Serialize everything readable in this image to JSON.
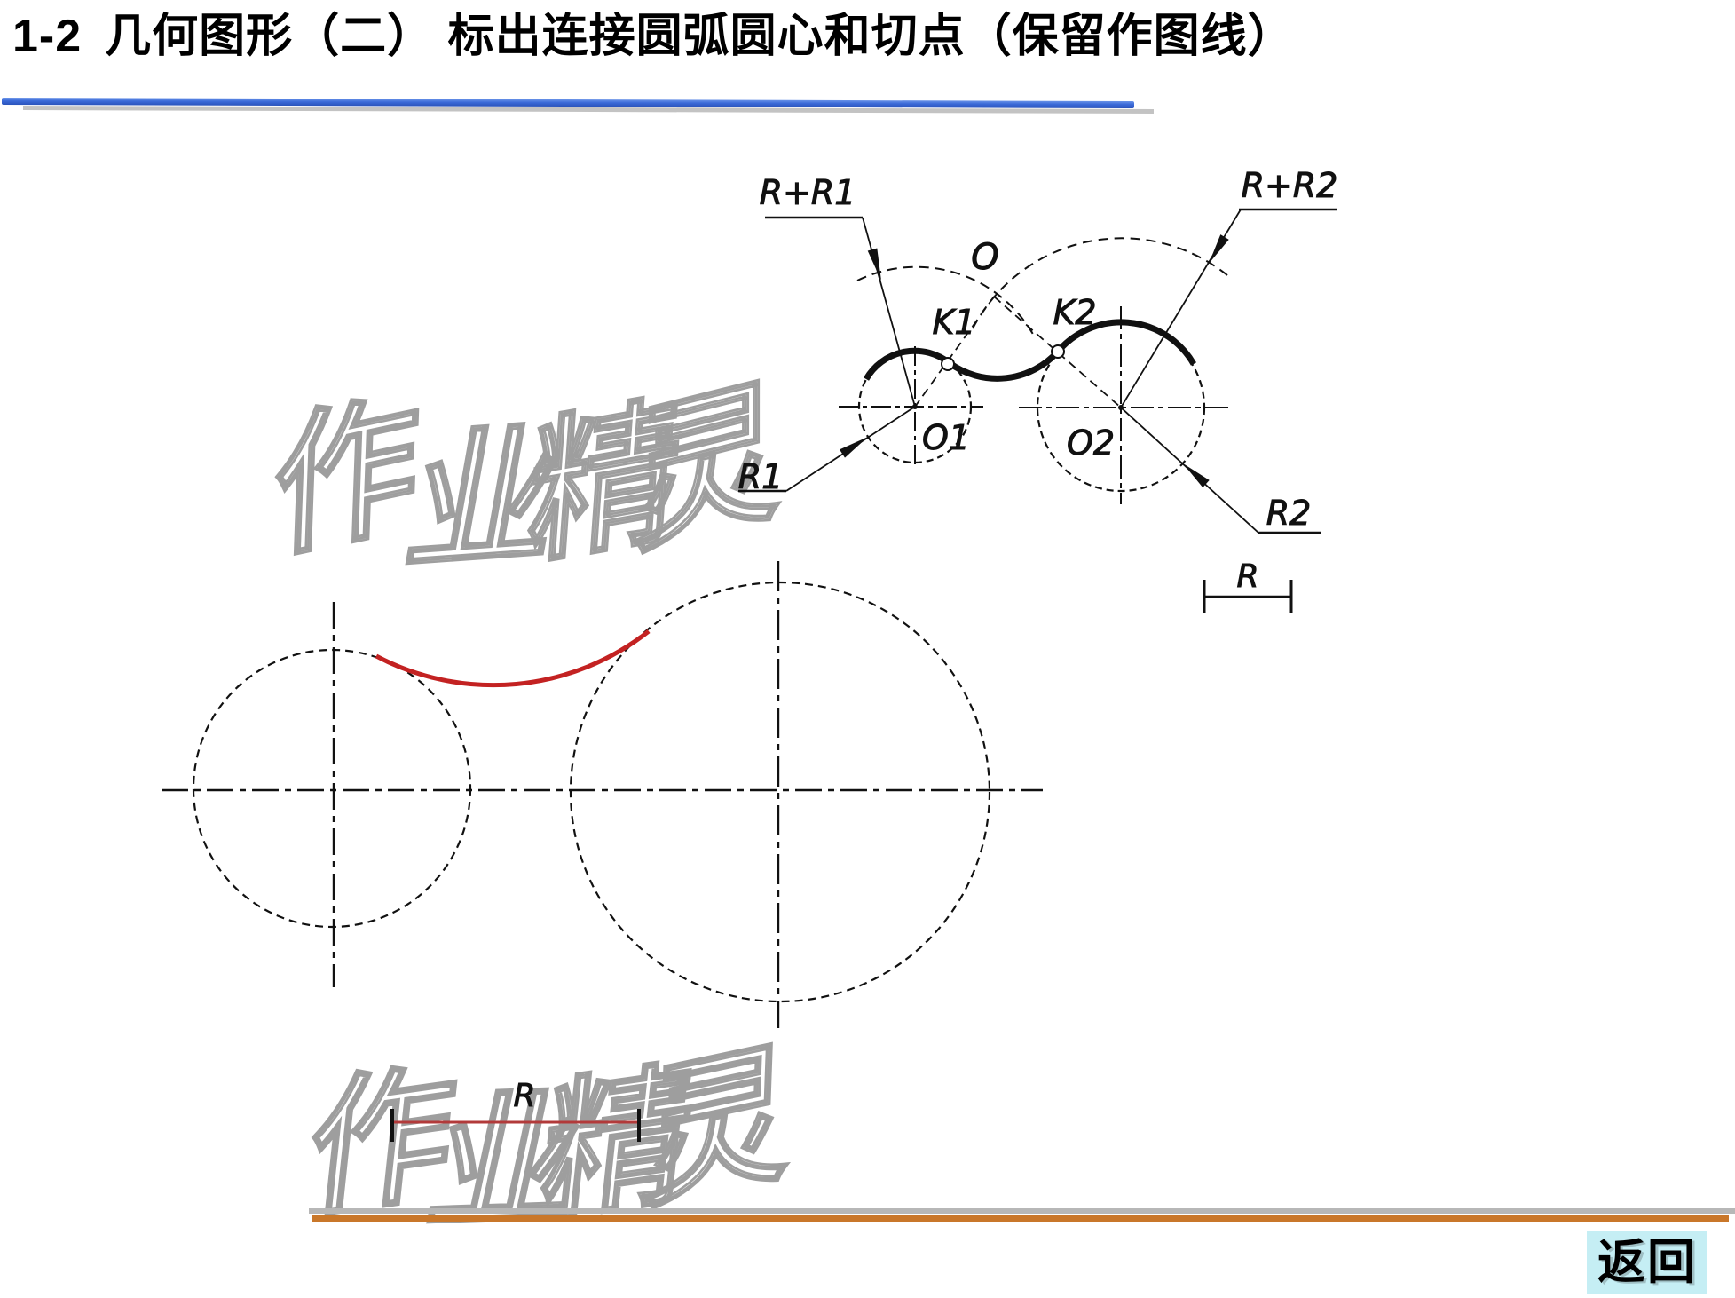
{
  "title": {
    "number": "1-2",
    "text": "几何图形（二）  标出连接圆弧圆心和切点（保留作图线）"
  },
  "watermark": {
    "text": "作业精灵",
    "chars": [
      "作",
      "业",
      "精",
      "灵"
    ]
  },
  "upper_figure": {
    "labels": {
      "r_plus_r1": "R+R1",
      "r_plus_r2": "R+R2",
      "o": "O",
      "k1": "K1",
      "k2": "K2",
      "o1": "O1",
      "o2": "O2",
      "r1": "R1",
      "r2": "R2",
      "r_dim": "R"
    }
  },
  "lower_figure": {
    "labels": {
      "r_dim": "R"
    }
  },
  "footer": {
    "back_label": "返回"
  },
  "colors": {
    "line_black": "#111111",
    "red_arc": "#c32222",
    "red_dim_line": "#b23a3a",
    "watermark_gray": "#9e9e9e",
    "rule_blue": "#3b6ad8",
    "footer_orange": "#c9772a",
    "footer_gray": "#b7b7b7",
    "button_bg": "#c5eef4"
  }
}
